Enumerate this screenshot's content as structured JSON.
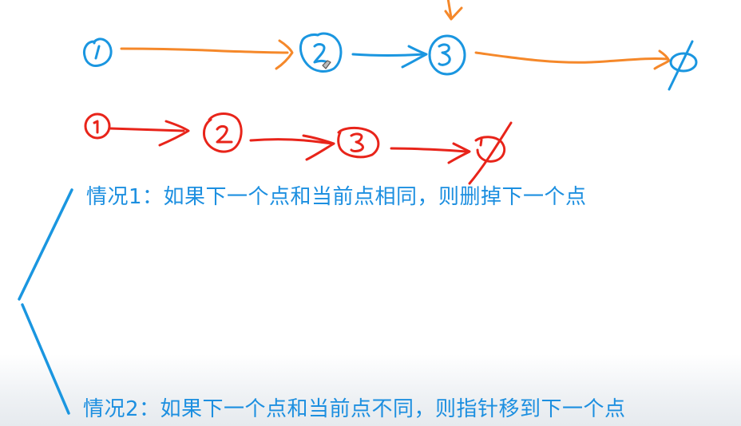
{
  "colors": {
    "blue_ink": "#1a96e0",
    "orange_ink": "#f5882a",
    "red_ink": "#e8241a",
    "caption_blue": "#1c8fe0"
  },
  "top_list": {
    "nodes": [
      {
        "label": "1",
        "color": "blue"
      },
      {
        "label": "2",
        "color": "blue"
      },
      {
        "label": "3",
        "color": "blue"
      },
      {
        "label": "∅",
        "color": "blue"
      }
    ],
    "arrows": [
      {
        "from": "1",
        "to": "2",
        "color": "orange"
      },
      {
        "from": "2",
        "to": "3",
        "color": "blue"
      },
      {
        "from": "3",
        "to": "∅",
        "color": "orange"
      }
    ],
    "pointer_arrow": {
      "target": "3",
      "color": "orange"
    }
  },
  "bottom_list": {
    "nodes": [
      {
        "label": "1",
        "color": "red"
      },
      {
        "label": "2",
        "color": "red"
      },
      {
        "label": "3",
        "color": "red"
      },
      {
        "label": "∅",
        "color": "red"
      }
    ],
    "arrows": [
      {
        "from": "1",
        "to": "2",
        "color": "red"
      },
      {
        "from": "2",
        "to": "3",
        "color": "red"
      },
      {
        "from": "3",
        "to": "∅",
        "color": "red"
      }
    ]
  },
  "cases": {
    "case1": "情况1：如果下一个点和当前点相同，则删掉下一个点",
    "case2": "情况2：如果下一个点和当前点不同，则指针移到下一个点"
  }
}
